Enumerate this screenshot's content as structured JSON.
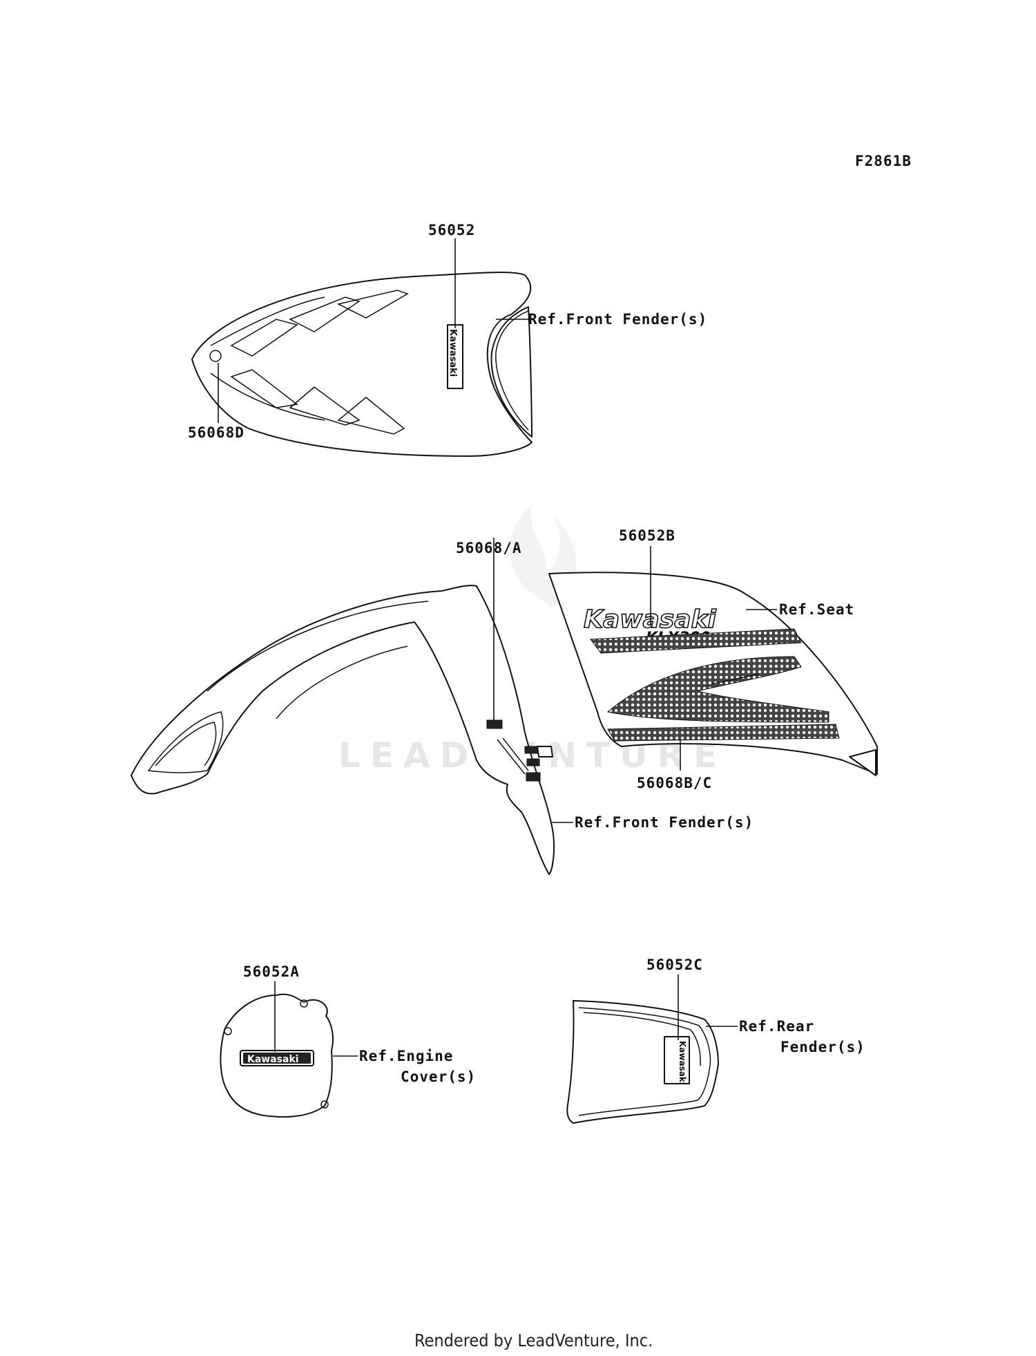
{
  "diagram_code": "F2861B",
  "watermark": "LEADVENTURE",
  "footer": "Rendered by LeadVenture, Inc.",
  "labels": {
    "p56052": "56052",
    "p56068D": "56068D",
    "ref_front_fender_1": "Ref.Front Fender(s)",
    "p56068A": "56068/A",
    "p56052B": "56052B",
    "ref_seat": "Ref.Seat",
    "p56068BC": "56068B/C",
    "ref_front_fender_2": "Ref.Front Fender(s)",
    "p56052A": "56052A",
    "ref_engine_line1": "Ref.Engine",
    "ref_engine_line2": "Cover(s)",
    "p56052C": "56052C",
    "ref_rear_line1": "Ref.Rear",
    "ref_rear_line2": "Fender(s)"
  },
  "decal_text": {
    "kawasaki": "Kawasaki",
    "model": "KLX300"
  }
}
